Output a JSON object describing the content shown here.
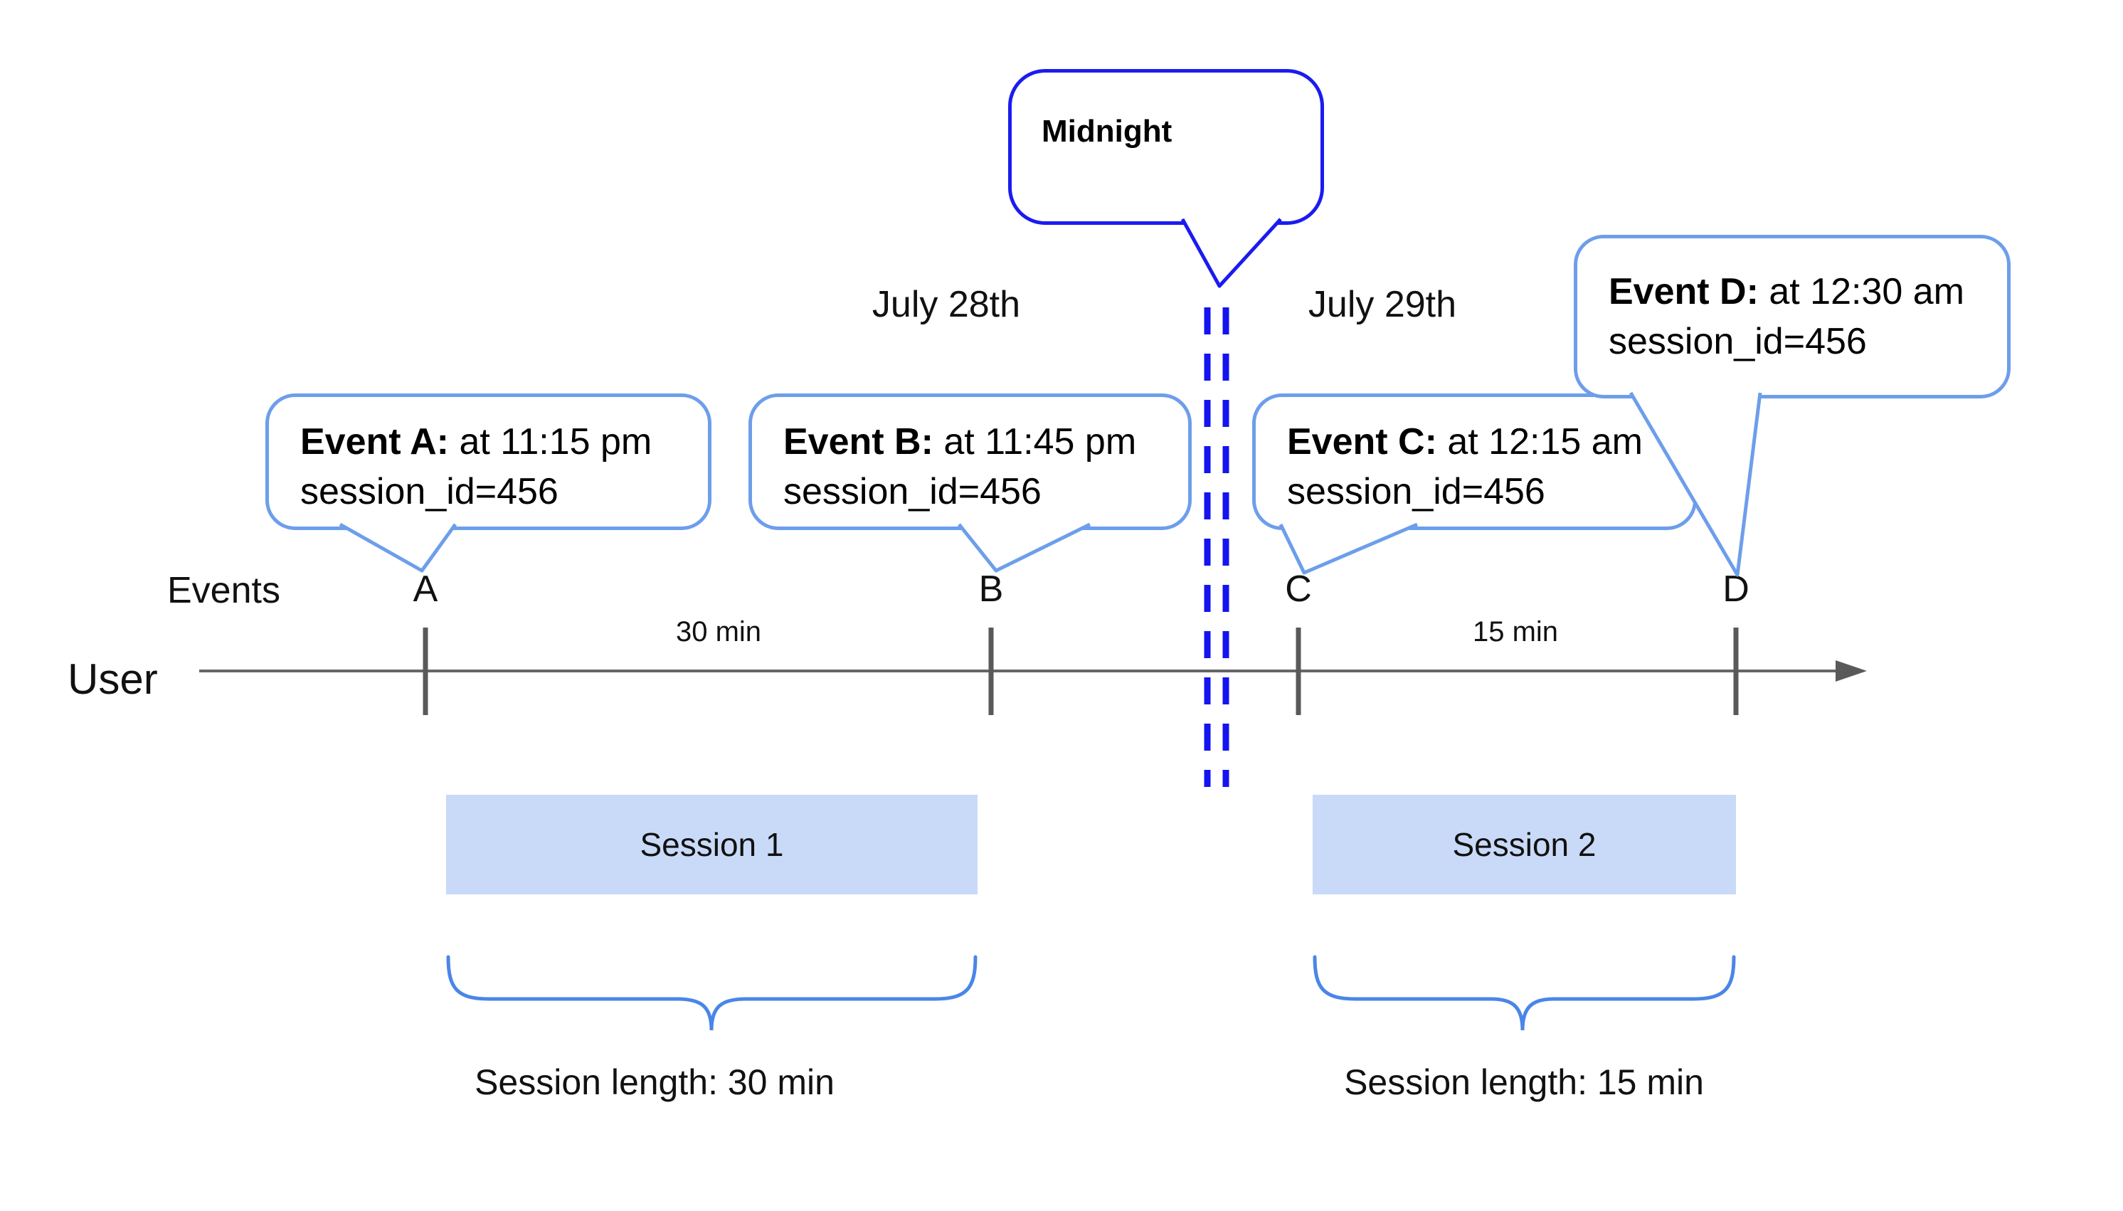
{
  "labels": {
    "midnight": "Midnight",
    "date_left": "July 28th",
    "date_right": "July 29th",
    "events_axis": "Events",
    "user_axis": "User",
    "interval_left": "30 min",
    "interval_right": "15 min"
  },
  "events": [
    {
      "tick": "A",
      "title": "Event A:",
      "time": " at 11:15 pm",
      "session_line": "session_id=456"
    },
    {
      "tick": "B",
      "title": "Event B:",
      "time": " at 11:45 pm",
      "session_line": "session_id=456"
    },
    {
      "tick": "C",
      "title": "Event C:",
      "time": " at 12:15 am",
      "session_line": "session_id=456"
    },
    {
      "tick": "D",
      "title": "Event D:",
      "time": " at 12:30 am",
      "session_line": "session_id=456"
    }
  ],
  "sessions": [
    {
      "name": "Session 1",
      "length_label": "Session length: 30 min"
    },
    {
      "name": "Session 2",
      "length_label": "Session length: 15 min"
    }
  ],
  "colors": {
    "midnight_border_blue": "#1b1bf0",
    "dashed_line_blue": "#1414f0",
    "callout_border_blue": "#6d9eeb",
    "session_fill_blue": "#c9daf8",
    "brace_blue": "#4a86e8",
    "timeline_gray": "#666666",
    "tick_gray": "#595959",
    "text_black": "#111111"
  }
}
